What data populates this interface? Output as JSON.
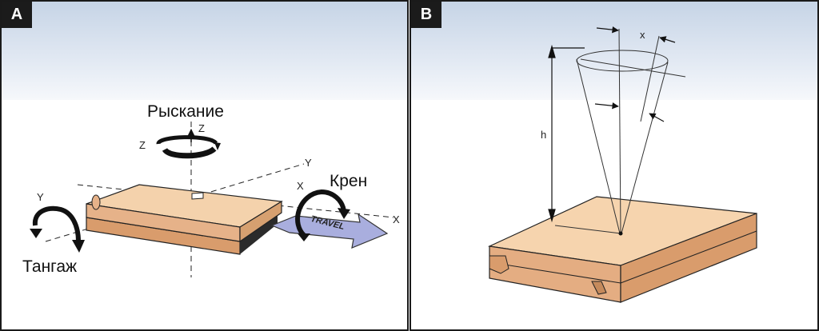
{
  "panel_a": {
    "tag": "A",
    "yaw_label": "Рыскание",
    "roll_label": "Крен",
    "pitch_label": "Тангаж",
    "travel_label": "TRAVEL",
    "axis_z_top": "Z",
    "axis_z_left": "Z",
    "axis_y_right": "Y",
    "axis_x_mid": "X",
    "axis_y_left": "Y",
    "axis_x_right": "X"
  },
  "panel_b": {
    "tag": "B",
    "x_label": "x",
    "h_label": "h"
  },
  "colors": {
    "wood_top": "#f4d2ac",
    "wood_side": "#e6b289",
    "wood_front": "#d99c6c",
    "travel_arrow": "#a9aede",
    "sky": "#c6d4e6"
  }
}
